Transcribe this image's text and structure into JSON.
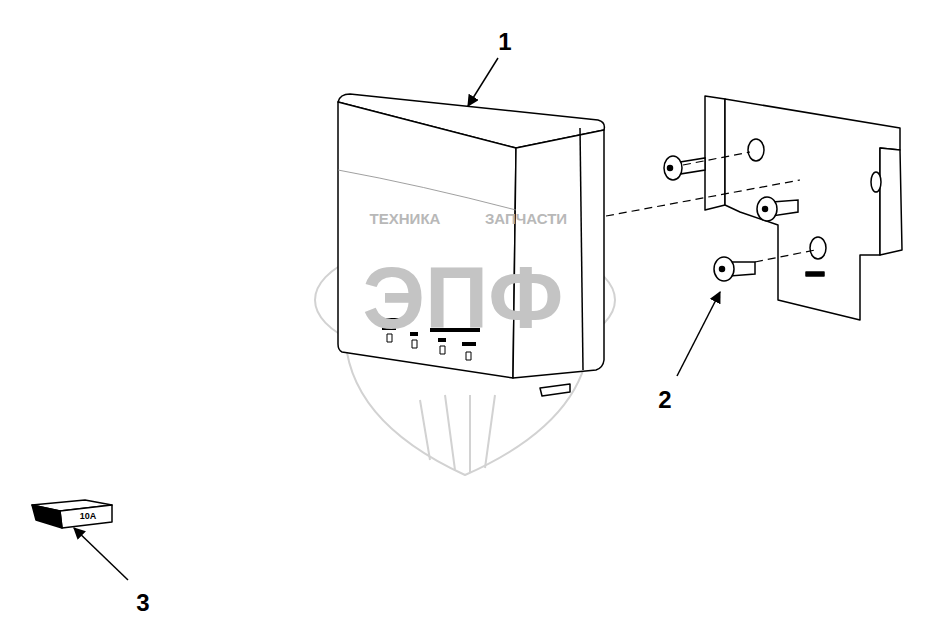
{
  "diagram": {
    "labels": [
      "1",
      "2",
      "3",
      "10A",
      "ТЕХНИКА",
      "ЗАПЧАСТИ",
      "ЭПФ"
    ]
  }
}
